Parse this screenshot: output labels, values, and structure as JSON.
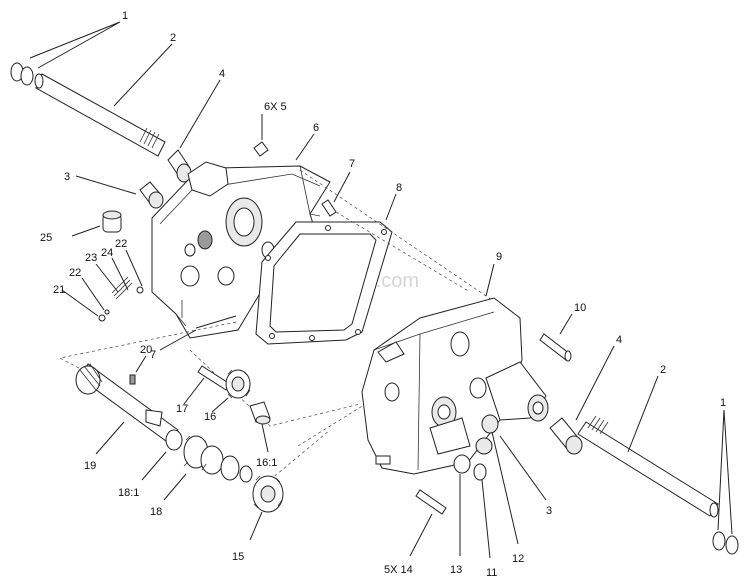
{
  "watermark": "eReplacementParts.com",
  "callouts": [
    {
      "id": "c1a",
      "text": "1"
    },
    {
      "id": "c2a",
      "text": "2"
    },
    {
      "id": "c4a",
      "text": "4"
    },
    {
      "id": "c6x5",
      "text": "6X 5"
    },
    {
      "id": "c6",
      "text": "6"
    },
    {
      "id": "c7a",
      "text": "7"
    },
    {
      "id": "c8",
      "text": "8"
    },
    {
      "id": "c3a",
      "text": "3"
    },
    {
      "id": "c25",
      "text": "25"
    },
    {
      "id": "c22a",
      "text": "22"
    },
    {
      "id": "c23",
      "text": "23"
    },
    {
      "id": "c24",
      "text": "24"
    },
    {
      "id": "c22b",
      "text": "22"
    },
    {
      "id": "c21",
      "text": "21"
    },
    {
      "id": "c9",
      "text": "9"
    },
    {
      "id": "c10",
      "text": "10"
    },
    {
      "id": "c4b",
      "text": "4"
    },
    {
      "id": "c2b",
      "text": "2"
    },
    {
      "id": "c20",
      "text": "20"
    },
    {
      "id": "c7b",
      "text": "7"
    },
    {
      "id": "c17",
      "text": "17"
    },
    {
      "id": "c16",
      "text": "16"
    },
    {
      "id": "c19",
      "text": "19"
    },
    {
      "id": "c16to1",
      "text": "16:1"
    },
    {
      "id": "c18to1",
      "text": "18:1"
    },
    {
      "id": "c18",
      "text": "18"
    },
    {
      "id": "c15",
      "text": "15"
    },
    {
      "id": "c3b",
      "text": "3"
    },
    {
      "id": "c5x14",
      "text": "5X 14"
    },
    {
      "id": "c13",
      "text": "13"
    },
    {
      "id": "c11",
      "text": "11"
    },
    {
      "id": "c12",
      "text": "12"
    },
    {
      "id": "c1b",
      "text": "1"
    }
  ]
}
